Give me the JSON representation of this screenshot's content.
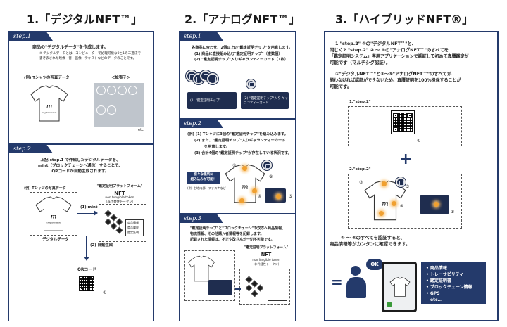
{
  "columns": [
    {
      "title": "1.「デジタルNFT™」"
    },
    {
      "title": "2.「アナログNFT™」"
    },
    {
      "title": "3.「ハイブリッドNFT®」"
    }
  ],
  "col1": {
    "step1": {
      "tag": "step.1",
      "line1": "商品の\"デジタルデータ\"を作成します。",
      "note1": "※ デジタルデータとは、コンピューターで処理可能な0と1の二進法で",
      "note2": "書き表された映像・音・画像・テキストなどのデータのことです。",
      "photo_label": "(例) Tシャツの写真データ",
      "ext_label": "＜拡張子＞",
      "etc": "etc."
    },
    "step2": {
      "tag": "step.2",
      "line1": "上記 step.1 で作成したデジタルデータを、",
      "line2": "mint（ブロックチェーンへ通信）することで、",
      "line3": "QRコードが自動生成されます。",
      "photo_label": "(例) Tシャツの写真データ",
      "platform": "\"鑑定証明プラットフォーム\"",
      "nft": "NFT",
      "nft_sub1": "non fungible token",
      "nft_sub2": "（非代替性トークン）",
      "mint": "(1) mint",
      "digital_data": "デジタルデータ",
      "box_line1": "商品情報",
      "box_line2": "商品履歴",
      "box_line3": "鑑定証明",
      "auto": "(2) 自動生成",
      "qr_label": "QRコード",
      "circle1": "①"
    }
  },
  "col2": {
    "step1": {
      "tag": "step.1",
      "line1": "各商品に合わせ、2個以上の\"鑑定証明チップ\"を用意します。",
      "item1": "(1) 商品に直接組み込む\"鑑定証明チップ\"（複数個）",
      "item2": "(2) \"鑑定証明チップ\"入りギャランティーカード（1枚）",
      "cap1": "(1) \"鑑定証明チップ\"",
      "cap2": "(2) \"鑑定証明チップ\"入り ギャランティーカード"
    },
    "step2": {
      "tag": "step.2",
      "line1": "(例) (1) Tシャツに3個の\"鑑定証明チップ\"を組み込みます。",
      "line2": "(2) また、\"鑑定証明チップ\"入りギャランティーカード",
      "line3": "を用意します。",
      "line4": "(3) 合計4個の\"鑑定証明チップ\"が存在している状況です。",
      "badge1": "様々な箇所に",
      "badge2": "組み込みが可能！",
      "sub": "(例) 生地内部、ファスナなど"
    },
    "step3": {
      "tag": "step.3",
      "line1": "\"鑑定証明チップ\"と\"ブロックチェーン\"の双方へ商品情報、",
      "line2": "物流情報、その他購入者情報等を記録します。",
      "line3": "記録された情報は、不正や改ざんが一切不可能です。",
      "platform": "\"鑑定証明プラットフォーム\"",
      "nft": "NFT",
      "nft_sub1": "non fungible token",
      "nft_sub2": "（非代替性トークン）"
    },
    "nums": [
      "②",
      "③",
      "④",
      "⑤"
    ]
  },
  "col3": {
    "line1": "1 \"step.2\" ①の\"デジタルNFT™\"と、",
    "line2": "同じく2 \"step.2\" ② ～ ⑤の\"アナログNFT™\"のすべてを",
    "line3": "「鑑定証明システム」専用アプリケーションで認証して初めて真贋鑑定が",
    "line4": "可能です（マルチシグ認証）。",
    "line5": "①\"デジタルNFT™\"と②～⑤\"アナログNFT™\"のすべてが",
    "line6": "揃わなければ認証ができないため、真贋証明を100%担保することが",
    "line7": "可能です。",
    "box1_label": "1.\"step.2\"",
    "box2_label": "2.\"step.2\"",
    "plus": "+",
    "circle1": "①",
    "nums": [
      "②",
      "③",
      "④",
      "⑤"
    ],
    "bottom1": "① ～ ⑤のすべてを認証すると、",
    "bottom2": "商品情報等がカンタンに確認できます。",
    "ok": "OK",
    "equals": "=",
    "info": [
      "• 商品情報",
      "• トレーサビリティ",
      "• 鑑定証明書",
      "• ブロックチェーン情報",
      "• GPS",
      "etc..."
    ]
  },
  "brand": "cryptoconsult",
  "colors": {
    "navy": "#243a6b",
    "chip": "#1f2d4f",
    "accent": "#f0a030"
  }
}
